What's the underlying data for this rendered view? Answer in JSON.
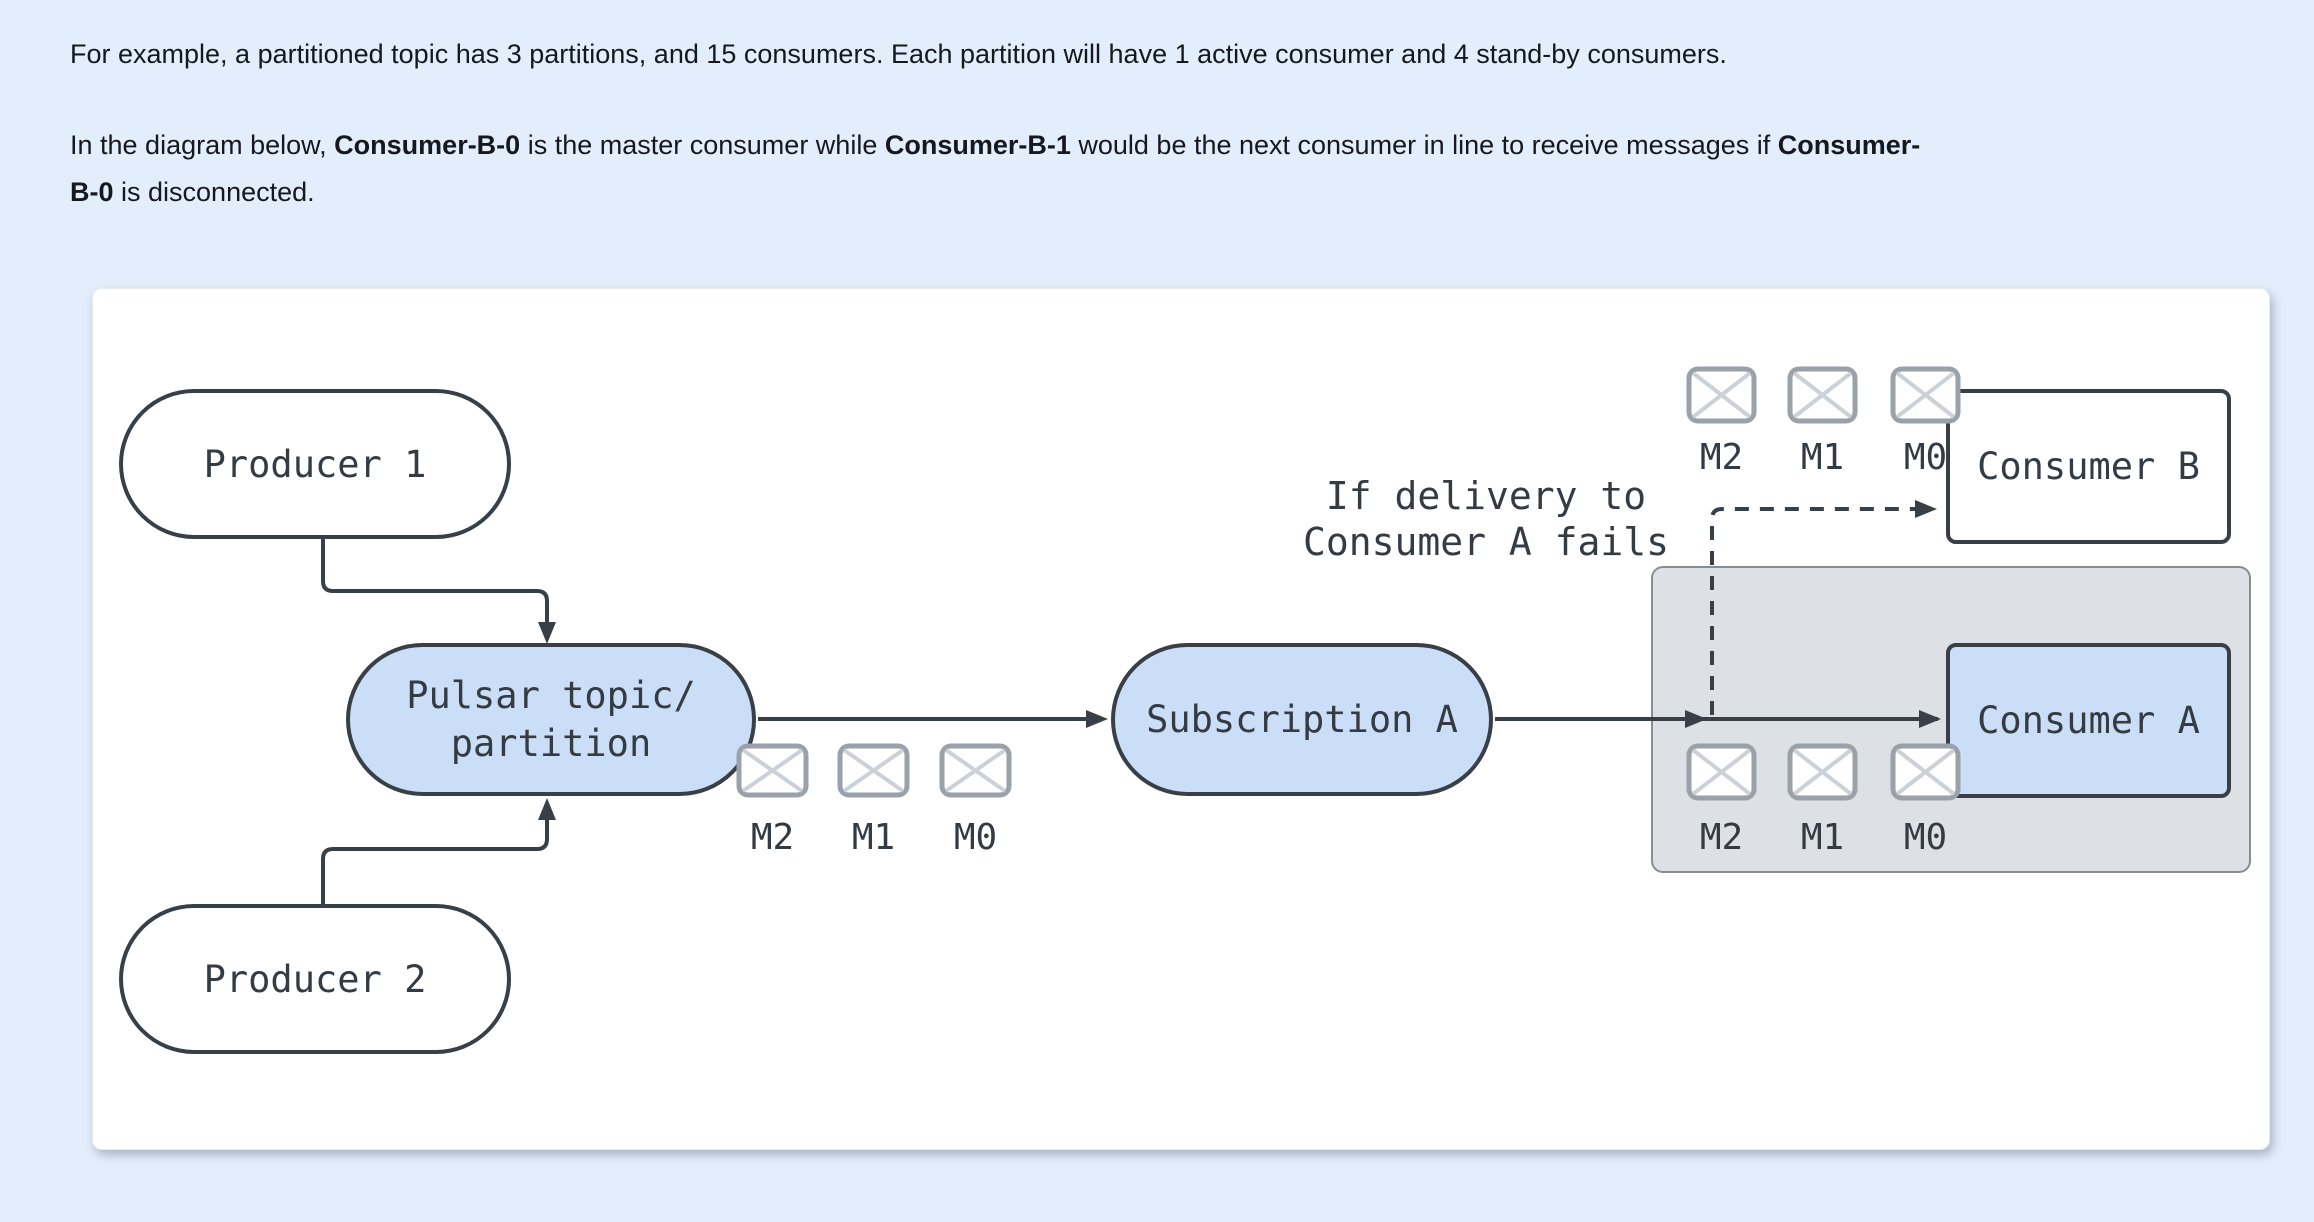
{
  "paragraphs": {
    "p1": "For example, a partitioned topic has 3 partitions, and 15 consumers. Each partition will have 1 active consumer and 4 stand-by consumers.",
    "p2_line1": [
      {
        "text": "In the diagram below, "
      },
      {
        "text": "Consumer-B-0"
      },
      {
        "text": " is the master consumer while "
      },
      {
        "text": "Consumer-B-1"
      },
      {
        "text": " would be the next consumer in line to receive messages if "
      },
      {
        "text": "Consumer-"
      }
    ],
    "p2_line2": [
      {
        "text": "B-0"
      },
      {
        "text": " is disconnected."
      }
    ]
  },
  "diagram": {
    "nodes": {
      "producer1": {
        "label": "Producer 1"
      },
      "producer2": {
        "label": "Producer 2"
      },
      "topic": {
        "label_line1": "Pulsar topic/",
        "label_line2": "partition"
      },
      "subscription": {
        "label": "Subscription A"
      },
      "consumerA": {
        "label": "Consumer A"
      },
      "consumerB": {
        "label": "Consumer B"
      }
    },
    "annotation": {
      "line1": "If delivery to",
      "line2": "Consumer A fails"
    },
    "message_groups": [
      {
        "id": "topic-messages",
        "labels": [
          "M2",
          "M1",
          "M0"
        ]
      },
      {
        "id": "consumer-a-messages",
        "labels": [
          "M2",
          "M1",
          "M0"
        ]
      },
      {
        "id": "consumer-b-messages",
        "labels": [
          "M2",
          "M1",
          "M0"
        ]
      }
    ],
    "colors": {
      "page_background": "#e2eefc",
      "card_background": "#ffffff",
      "node_border": "#383f47",
      "node_blue_fill": "#cbdef7",
      "group_fill": "#dde0e4",
      "group_border": "#878d94",
      "envelope_border": "#9aa1a8",
      "envelope_cross": "#ccd1d7",
      "arrow": "#383f47",
      "label_text": "#343b43"
    }
  }
}
